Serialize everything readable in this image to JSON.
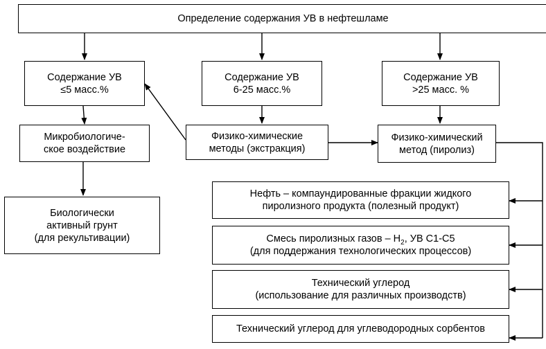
{
  "title": "Определение содержания УВ в нефтешламе",
  "content_boxes": {
    "low": [
      "Содержание УВ",
      "≤5 масс.%"
    ],
    "mid": [
      "Содержание УВ",
      "6-25 масс.%"
    ],
    "high": [
      "Содержание УВ",
      ">25 масс. %"
    ]
  },
  "methods": {
    "micro": [
      "Микробиологиче-",
      "ское воздействие"
    ],
    "extraction": [
      "Физико-химические",
      "методы (экстракция)"
    ],
    "pyrolysis": [
      "Физико-химический",
      "метод (пиролиз)"
    ]
  },
  "result_left": [
    "Биологически",
    "активный грунт",
    "(для рекультивации)"
  ],
  "products": {
    "oil": [
      "Нефть – компаундированные фракции жидкого",
      "пиролизного продукта (полезный продукт)"
    ],
    "gas_line1_prefix": "Смесь пиролизных газов – Н",
    "gas_line1_sub": "2",
    "gas_line1_suffix": ", УВ С1-С5",
    "gas_line2": "(для поддержания технологических процессов)",
    "carbon": [
      "Технический углерод",
      "(использование для различных производств)"
    ],
    "sorbent": "Технический углерод для углеводородных сорбентов"
  }
}
